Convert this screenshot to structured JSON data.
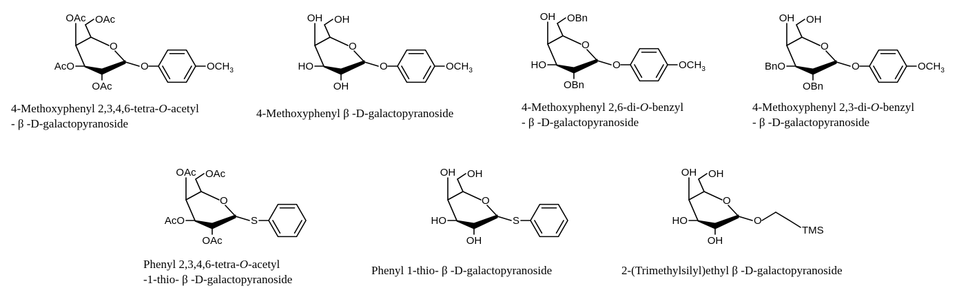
{
  "molecules": [
    {
      "caption_lines": [
        {
          "before": "4-Methoxyphenyl 2,3,4,6-tetra-",
          "italic": "O",
          "after": "-acetyl"
        },
        {
          "before": "- β -D-galactopyranoside",
          "italic": "",
          "after": ""
        }
      ],
      "labels": {
        "c6": "OAc",
        "c4": "OAc",
        "c3": "AcO",
        "c2": "OAc",
        "link": "O",
        "ring_o": "O",
        "sub_main": "OCH",
        "sub_sub": "3",
        "tail": ""
      },
      "substituent": "methoxyphenyl"
    },
    {
      "caption_lines": [
        {
          "before": "4-Methoxyphenyl  β -D-galactopyranoside",
          "italic": "",
          "after": ""
        }
      ],
      "labels": {
        "c6": "OH",
        "c4": "OH",
        "c3": "HO",
        "c2": "OH",
        "link": "O",
        "ring_o": "O",
        "sub_main": "OCH",
        "sub_sub": "3",
        "tail": ""
      },
      "substituent": "methoxyphenyl"
    },
    {
      "caption_lines": [
        {
          "before": "4-Methoxyphenyl 2,6-di-",
          "italic": "O",
          "after": "-benzyl"
        },
        {
          "before": "- β -D-galactopyranoside",
          "italic": "",
          "after": ""
        }
      ],
      "labels": {
        "c6": "OBn",
        "c4": "OH",
        "c3": "HO",
        "c2": "OBn",
        "link": "O",
        "ring_o": "O",
        "sub_main": "OCH",
        "sub_sub": "3",
        "tail": ""
      },
      "substituent": "methoxyphenyl"
    },
    {
      "caption_lines": [
        {
          "before": "4-Methoxyphenyl 2,3-di-",
          "italic": "O",
          "after": "-benzyl"
        },
        {
          "before": "- β -D-galactopyranoside",
          "italic": "",
          "after": ""
        }
      ],
      "labels": {
        "c6": "OH",
        "c4": "OH",
        "c3": "BnO",
        "c2": "OBn",
        "link": "O",
        "ring_o": "O",
        "sub_main": "OCH",
        "sub_sub": "3",
        "tail": ""
      },
      "substituent": "methoxyphenyl"
    },
    {
      "caption_lines": [
        {
          "before": "Phenyl 2,3,4,6-tetra-",
          "italic": "O",
          "after": "-acetyl"
        },
        {
          "before": "-1-thio- β -D-galactopyranoside",
          "italic": "",
          "after": ""
        }
      ],
      "labels": {
        "c6": "OAc",
        "c4": "OAc",
        "c3": "AcO",
        "c2": "OAc",
        "link": "S",
        "ring_o": "O",
        "sub_main": "",
        "sub_sub": "",
        "tail": ""
      },
      "substituent": "phenyl"
    },
    {
      "caption_lines": [
        {
          "before": "Phenyl 1-thio- β -D-galactopyranoside",
          "italic": "",
          "after": ""
        }
      ],
      "labels": {
        "c6": "OH",
        "c4": "OH",
        "c3": "HO",
        "c2": "OH",
        "link": "S",
        "ring_o": "O",
        "sub_main": "",
        "sub_sub": "",
        "tail": ""
      },
      "substituent": "phenyl"
    },
    {
      "caption_lines": [
        {
          "before": "2-(Trimethylsilyl)ethyl  β -D-galactopyranoside",
          "italic": "",
          "after": ""
        }
      ],
      "labels": {
        "c6": "OH",
        "c4": "OH",
        "c3": "HO",
        "c2": "OH",
        "link": "O",
        "ring_o": "O",
        "sub_main": "",
        "sub_sub": "",
        "tail": "TMS"
      },
      "substituent": "tmsethyl"
    }
  ]
}
